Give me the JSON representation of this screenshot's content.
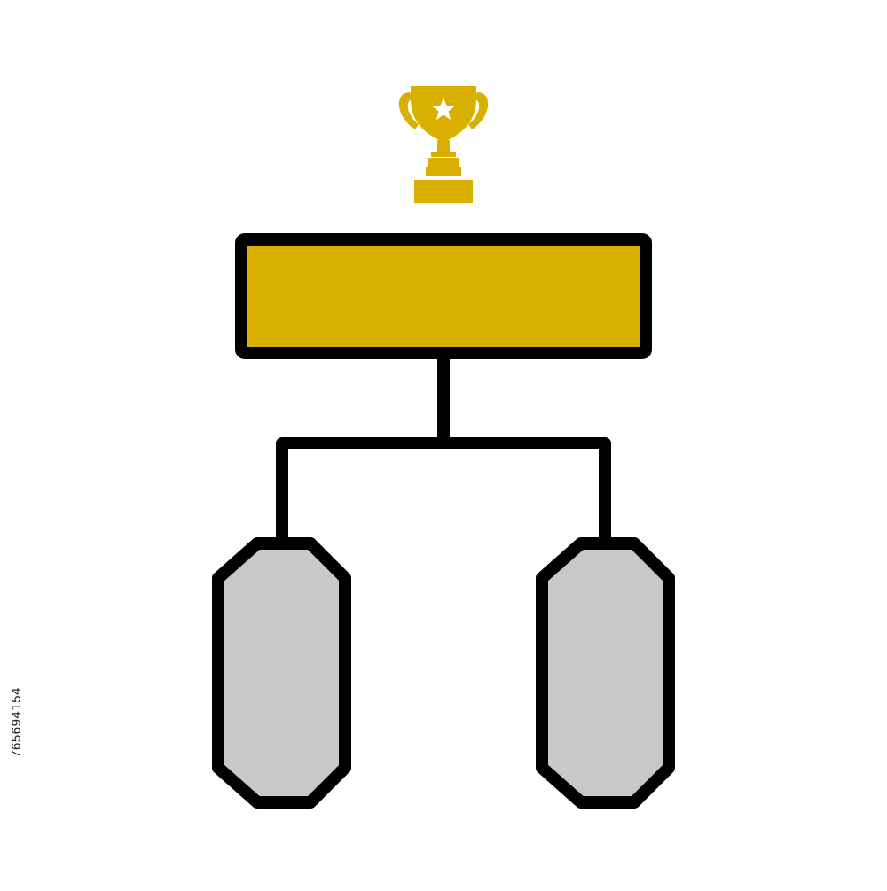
{
  "diagram": {
    "type": "tournament-bracket",
    "nodes": [
      {
        "id": "winner",
        "shape": "rectangle",
        "label": ""
      },
      {
        "id": "competitor-left",
        "shape": "octagon",
        "label": ""
      },
      {
        "id": "competitor-right",
        "shape": "octagon",
        "label": ""
      }
    ],
    "edges": [
      {
        "from": "competitor-left",
        "to": "winner"
      },
      {
        "from": "competitor-right",
        "to": "winner"
      }
    ],
    "icons": [
      "trophy-icon",
      "star-icon"
    ]
  },
  "colors": {
    "winner_fill": "#d9b000",
    "trophy": "#d9b000",
    "competitor_fill": "#c8c8c8",
    "outline": "#000000",
    "star": "#ffffff"
  },
  "stock_id": "765694154"
}
